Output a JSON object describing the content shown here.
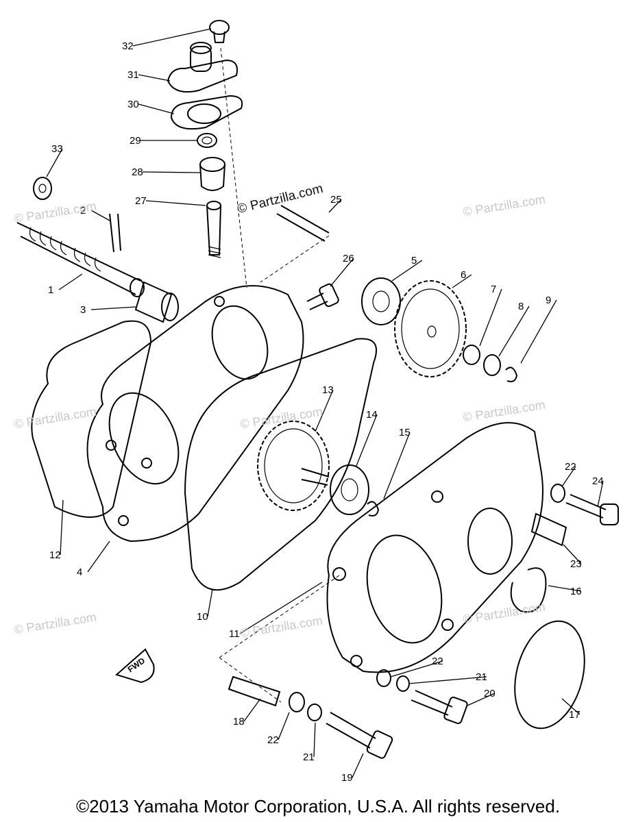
{
  "diagram": {
    "callouts": [
      "1",
      "2",
      "3",
      "4",
      "5",
      "6",
      "7",
      "8",
      "9",
      "10",
      "11",
      "12",
      "13",
      "14",
      "15",
      "16",
      "17",
      "18",
      "19",
      "20",
      "21",
      "22",
      "23",
      "24",
      "25",
      "26",
      "27",
      "28",
      "29",
      "30",
      "31",
      "32",
      "33"
    ],
    "fwd_badge": "FWD"
  },
  "watermarks": {
    "text": "© Partzilla.com",
    "center_text": "© Partzilla.com"
  },
  "footer": {
    "copyright": "©2013 Yamaha Motor Corporation, U.S.A. All rights reserved."
  }
}
